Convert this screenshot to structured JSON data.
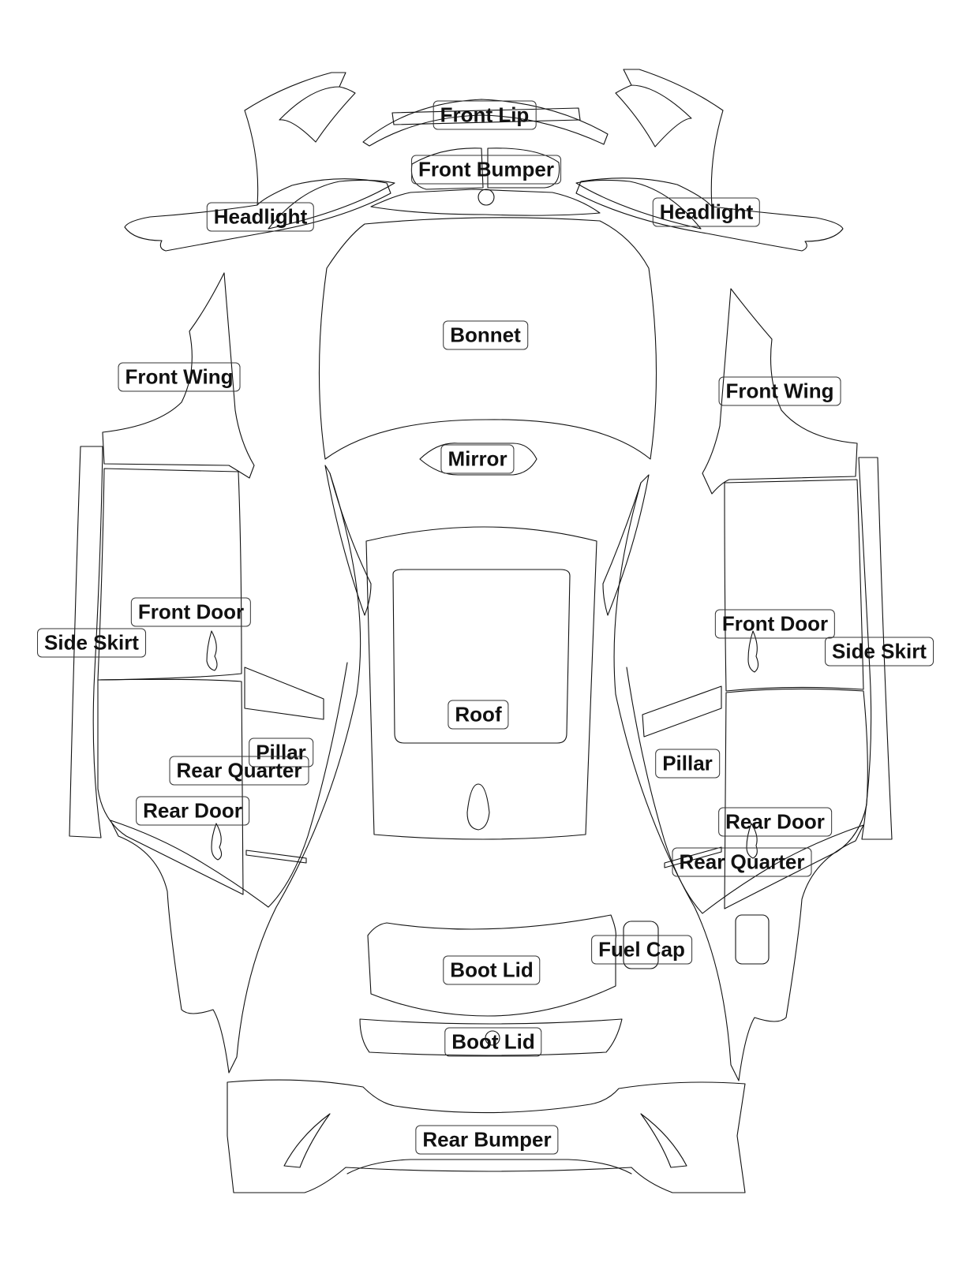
{
  "diagram": {
    "labels": {
      "front_lip": "Front Lip",
      "front_bumper": "Front Bumper",
      "headlight_left": "Headlight",
      "headlight_right": "Headlight",
      "bonnet": "Bonnet",
      "front_wing_left": "Front Wing",
      "front_wing_right": "Front Wing",
      "mirror": "Mirror",
      "front_door_left": "Front Door",
      "front_door_right": "Front Door",
      "side_skirt_left": "Side Skirt",
      "side_skirt_right": "Side Skirt",
      "roof": "Roof",
      "pillar_left": "Pillar",
      "pillar_right": "Pillar",
      "rear_quarter_left": "Rear Quarter",
      "rear_quarter_right": "Rear Quarter",
      "rear_door_left": "Rear Door",
      "rear_door_right": "Rear Door",
      "fuel_cap": "Fuel Cap",
      "boot_lid_upper": "Boot Lid",
      "boot_lid_lower": "Boot Lid",
      "rear_bumper": "Rear Bumper"
    },
    "line_color": "#111111",
    "label_border_color": "#333333"
  }
}
